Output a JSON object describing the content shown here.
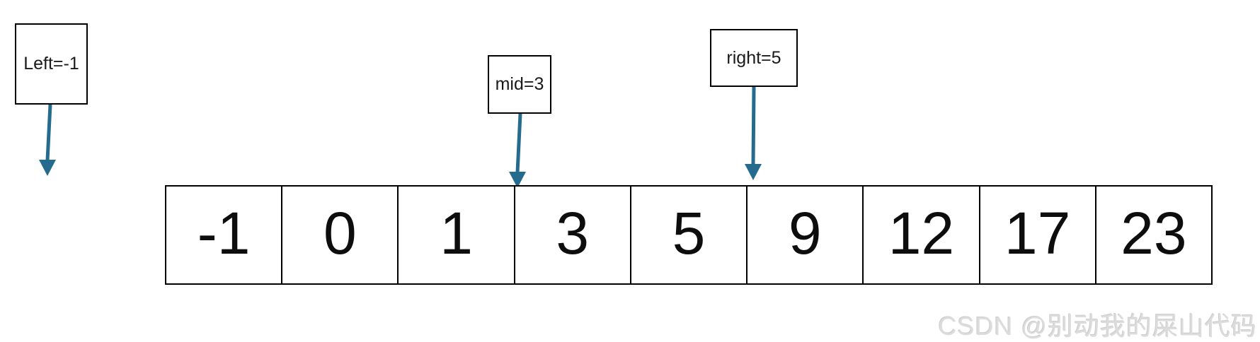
{
  "diagram": {
    "title": "binary-search-pointers-illustration",
    "pointers": {
      "left": {
        "label": "Left=-1"
      },
      "mid": {
        "label": "mid=3"
      },
      "right": {
        "label": "right=5"
      }
    },
    "array": {
      "cells": [
        "-1",
        "0",
        "1",
        "3",
        "5",
        "9",
        "12",
        "17",
        "23"
      ]
    },
    "colors": {
      "arrow": "#246b8d",
      "border": "#000000",
      "watermark_text": "#dcdcdc"
    },
    "watermark": "CSDN @别动我的屎山代码"
  }
}
